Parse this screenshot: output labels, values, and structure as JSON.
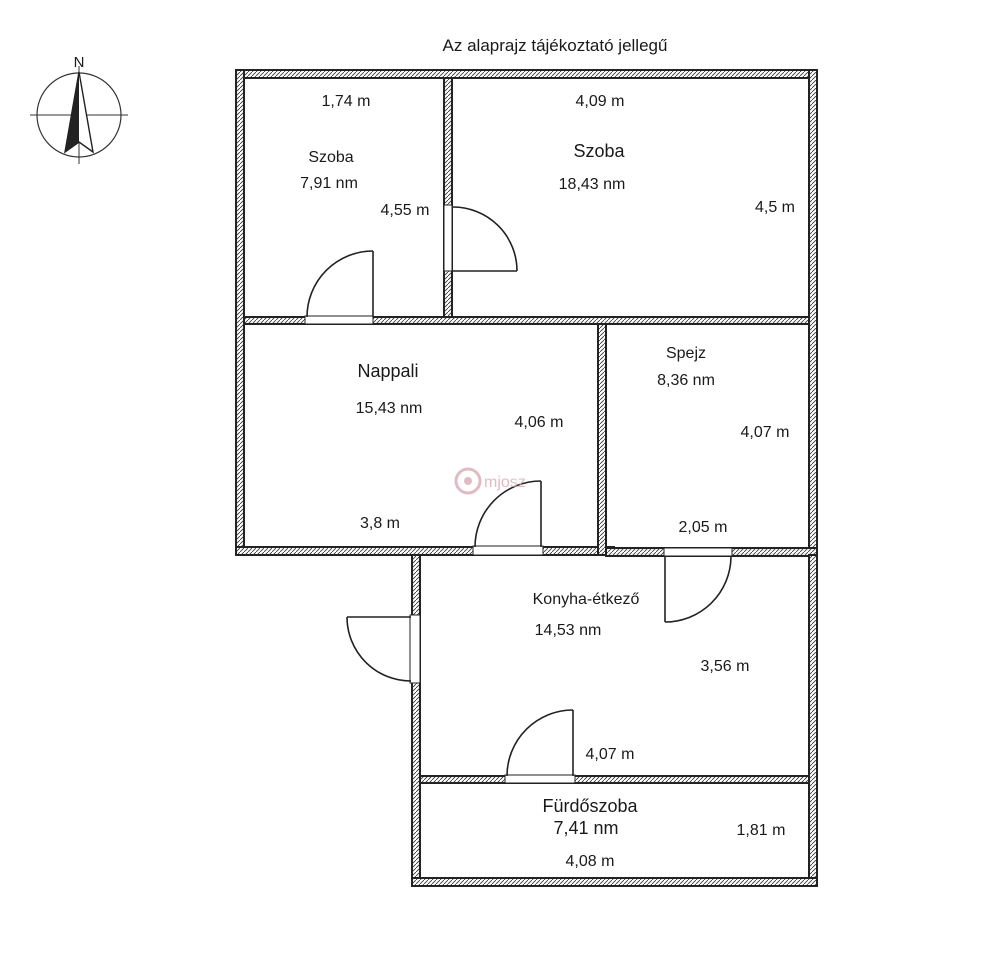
{
  "disclaimer": "Az alaprajz tájékoztató jellegű",
  "compass": {
    "north_label": "N",
    "icon": "north-arrow-icon"
  },
  "watermark": {
    "text": "mjosz",
    "icon": "watermark-logo-icon",
    "color": "#d7a5b0"
  },
  "rooms": {
    "szoba_small": {
      "name": "Szoba",
      "area": "7,91 nm",
      "width": "1,74 m",
      "height": "4,55 m"
    },
    "szoba_large": {
      "name": "Szoba",
      "area": "18,43 nm",
      "width": "4,09 m",
      "height": "4,5 m"
    },
    "nappali": {
      "name": "Nappali",
      "area": "15,43 nm",
      "width": "3,8 m",
      "height": "4,06 m"
    },
    "spejz": {
      "name": "Spejz",
      "area": "8,36 nm",
      "width": "2,05 m",
      "height": "4,07 m"
    },
    "konyha": {
      "name": "Konyha-étkező",
      "area": "14,53 nm",
      "width": "4,07 m",
      "height": "3,56 m"
    },
    "furdo": {
      "name": "Fürdőszoba",
      "area": "7,41 nm",
      "width": "4,08 m",
      "height": "1,81 m"
    }
  },
  "colors": {
    "wall": "#222222",
    "background": "#ffffff"
  }
}
